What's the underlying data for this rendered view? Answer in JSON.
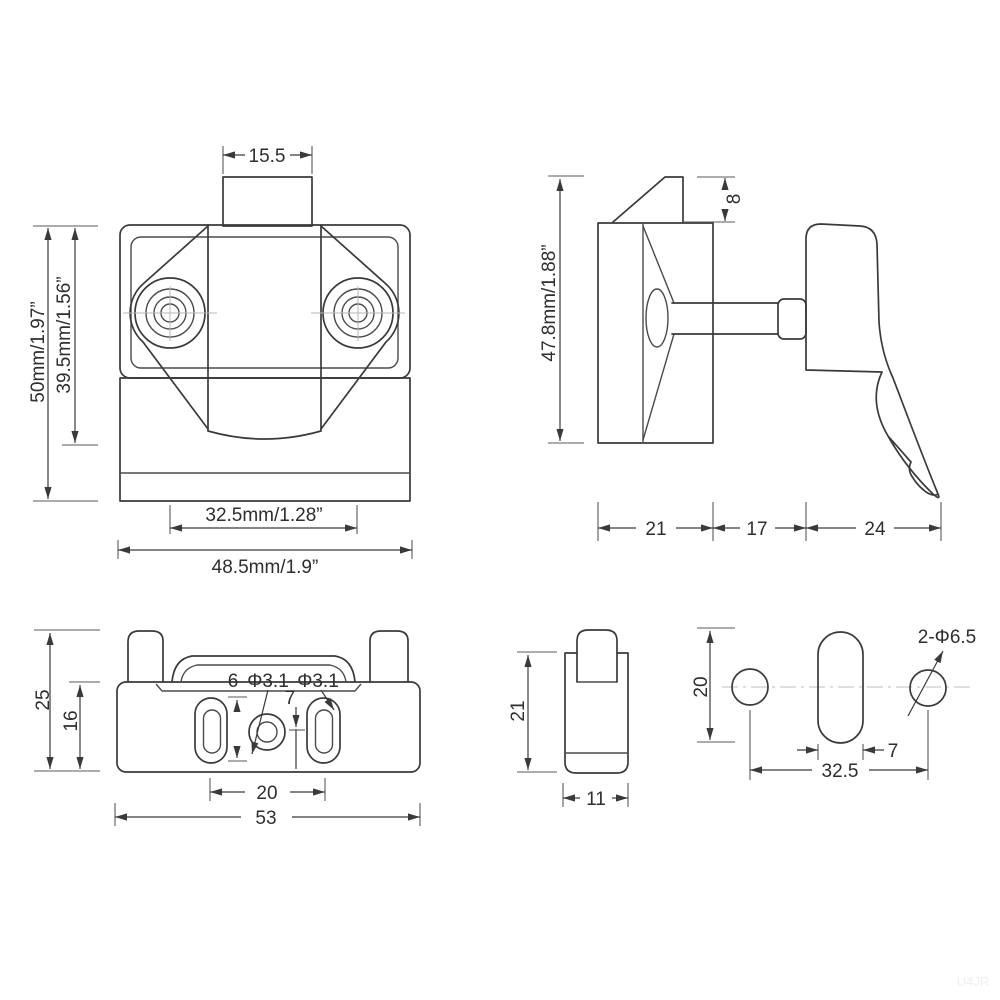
{
  "drawing": {
    "front_view": {
      "button_width": "15.5",
      "overall_height": "50mm/1.97”",
      "body_height": "39.5mm/1.56”",
      "hole_spacing": "32.5mm/1.28”",
      "overall_width": "48.5mm/1.9”"
    },
    "side_view": {
      "lip_height": "8",
      "overall_height": "47.8mm/1.88”",
      "body_depth": "21",
      "neck_depth": "17",
      "handle_depth": "24"
    },
    "top_view": {
      "overall_depth": "25",
      "base_depth": "16",
      "slot_offset": "6",
      "hole_dia_left": "Φ3.1",
      "hole_dia_right": "Φ3.1",
      "hole_offset": "7",
      "slot_spacing": "20",
      "overall_width": "53"
    },
    "bracket_view": {
      "height": "21",
      "width": "11"
    },
    "drill_view": {
      "slot_height": "20",
      "hole_callout": "2-Φ6.5",
      "slot_width": "7",
      "hole_spacing": "32.5"
    },
    "watermark": "U4JR"
  }
}
